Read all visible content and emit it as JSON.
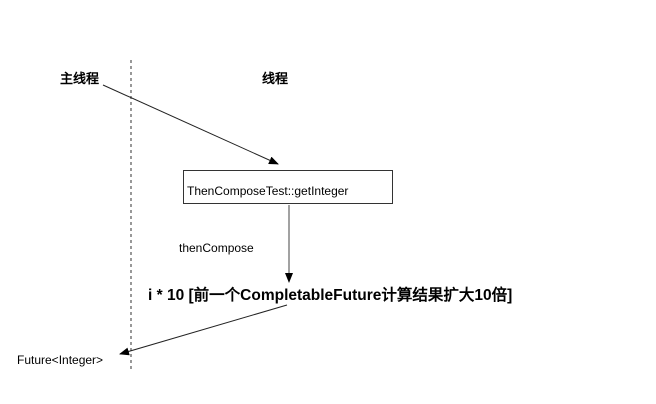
{
  "diagram": {
    "lanes": {
      "main_thread": "主线程",
      "worker_thread": "线程"
    },
    "nodes": {
      "method_box": "ThenComposeTest::getInteger",
      "result_text": "i * 10 [前一个CompletableFuture计算结果扩大10倍]",
      "return_value": "Future<Integer>"
    },
    "edges": {
      "compose_label": "thenCompose"
    },
    "colors": {
      "line": "#333333",
      "lane_divider": "#555555",
      "text": "#000000",
      "background": "#ffffff"
    }
  }
}
